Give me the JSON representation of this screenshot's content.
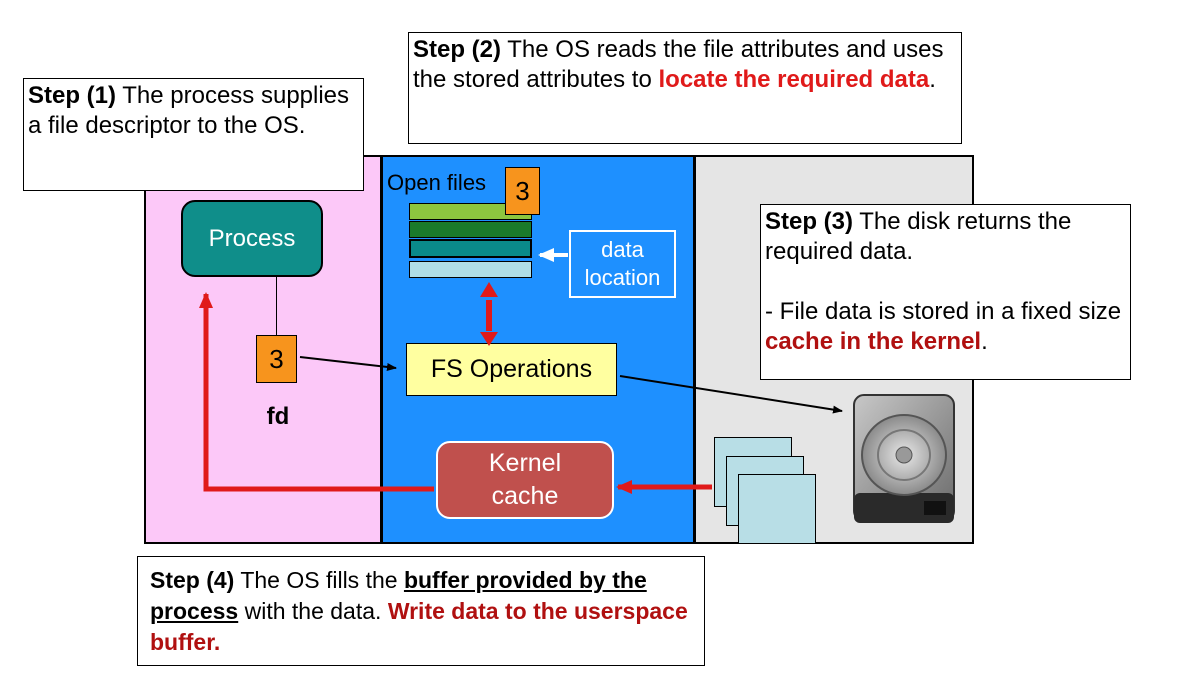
{
  "step1": {
    "label": "Step (1)",
    "text": " The process supplies a file  descriptor to the OS."
  },
  "step2": {
    "label": "Step (2)",
    "text": " The OS reads the file attributes and uses the stored attributes to ",
    "highlight": "locate the required data",
    "end": "."
  },
  "step3": {
    "label": "Step (3)",
    "text": " The disk returns the required data.",
    "line2": "- File data is stored in a fixed size ",
    "highlight": "cache in the kernel",
    "end": "."
  },
  "step4": {
    "label": "Step (4)",
    "text1": " The OS fills the ",
    "underline1": "buffer  provided by the process",
    "text2": " with the data. ",
    "highlight": "Write data to the userspace buffer."
  },
  "process": {
    "label": "Process"
  },
  "fd": {
    "value": "3",
    "label": "fd"
  },
  "open_files": {
    "label": "Open files",
    "value": "3"
  },
  "data_location": {
    "line1": "data",
    "line2": "location"
  },
  "fs_operations": {
    "label": "FS Operations"
  },
  "kernel_cache": {
    "line1": "Kernel",
    "line2": "cache"
  },
  "colors": {
    "user_region": "#fcc8f8",
    "kernel_region": "#1e90ff",
    "disk_region": "#e5e5e5",
    "process": "#0f8e8a",
    "fd_box": "#f7941d",
    "fs_operations": "#ffffa0",
    "kernel_cache": "#c0504d",
    "arrow_red": "#e01a1a"
  }
}
